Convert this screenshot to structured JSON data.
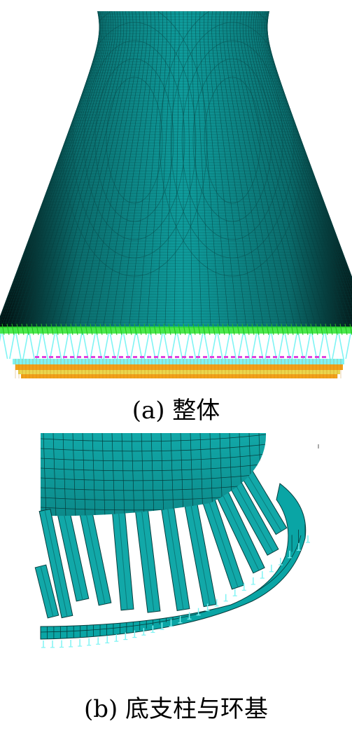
{
  "figure": {
    "panels": [
      {
        "id": "a",
        "caption": "(a)  整体",
        "content": "cooling-tower-whole-mesh"
      },
      {
        "id": "b",
        "caption": "(b)  底支柱与环基",
        "content": "base-columns-and-ring-foundation-mesh"
      }
    ]
  },
  "colors": {
    "mesh_fill": "#0f9e9e",
    "mesh_dark": "#03302f",
    "mesh_line": "#063c3c",
    "column_fill": "#12a8a8",
    "ring_fill": "#0aa5a5",
    "support_green": "#39e639",
    "support_cyan": "#7ff4f4",
    "support_magenta": "#e040e0",
    "support_orange": "#f2a11a",
    "support_yellow": "#e8d23a",
    "background": "#ffffff"
  }
}
